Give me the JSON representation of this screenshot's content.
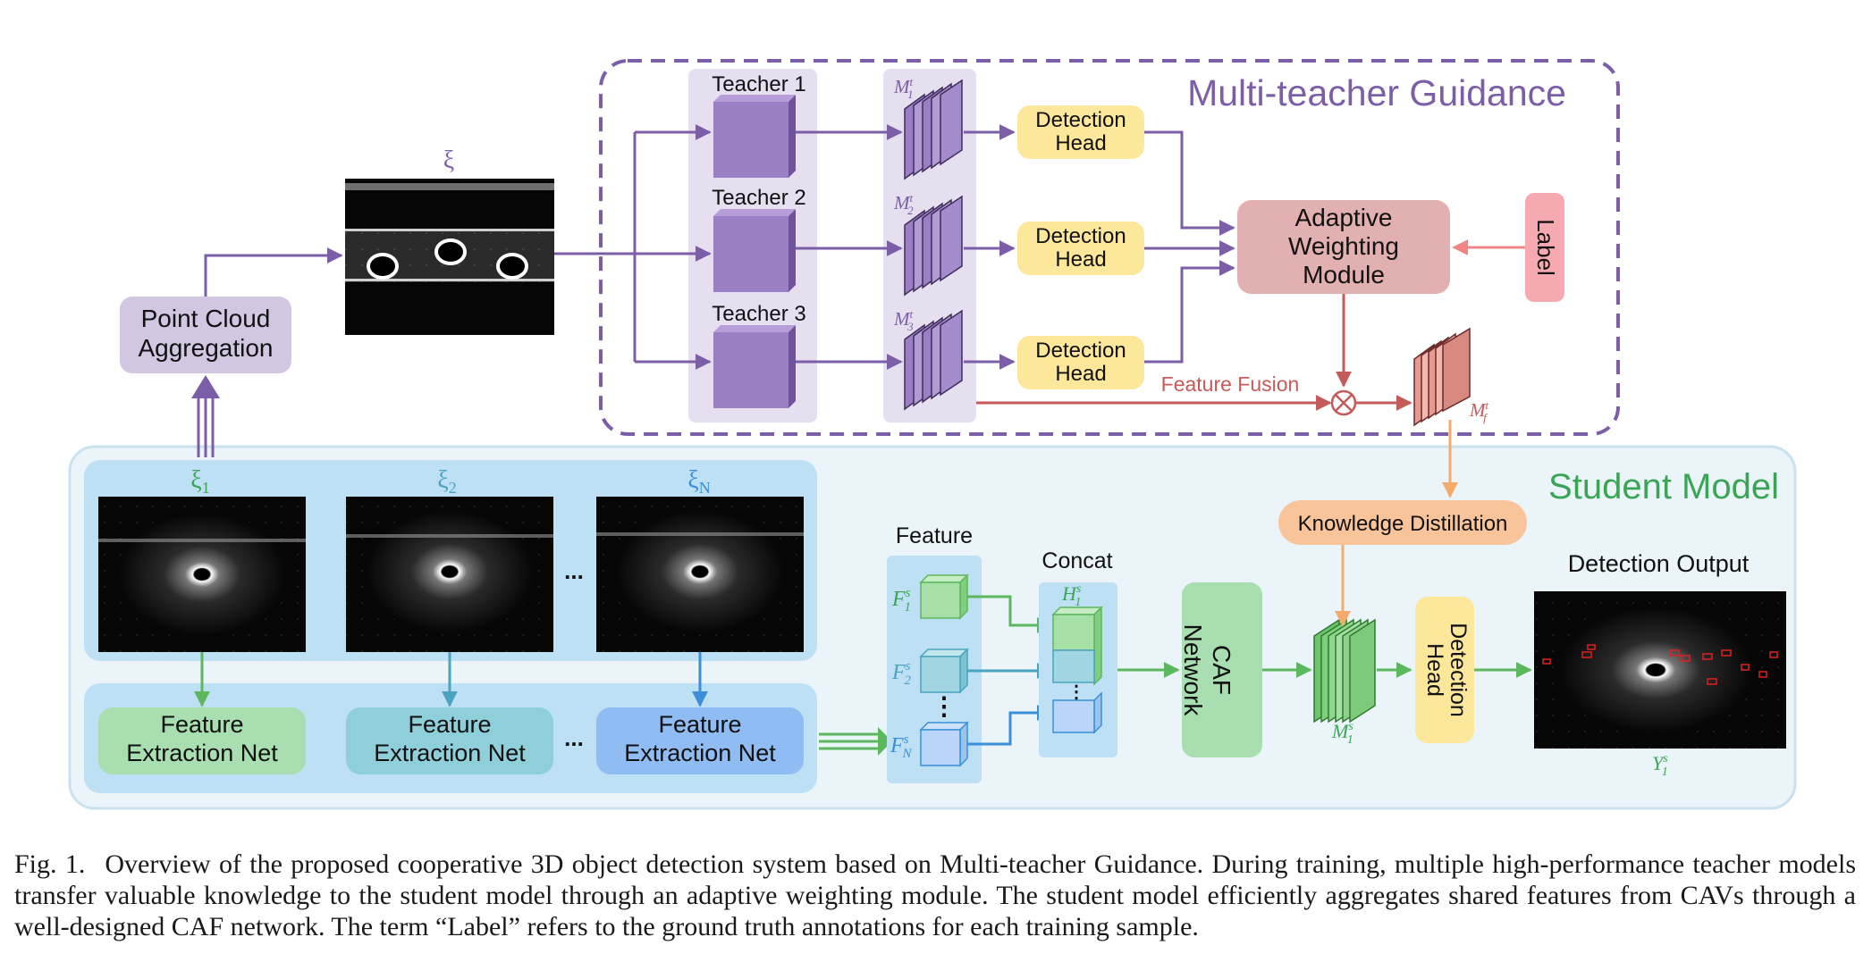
{
  "multi_teacher": {
    "title": "Multi-teacher Guidance",
    "teachers": [
      {
        "label": "Teacher 1",
        "feature_sub": "1"
      },
      {
        "label": "Teacher 2",
        "feature_sub": "2"
      },
      {
        "label": "Teacher 3",
        "feature_sub": "3"
      }
    ],
    "feature_symbol": "M",
    "feature_sup": "t",
    "detection_head_line1": "Detection",
    "detection_head_line2": "Head",
    "awm": {
      "line1": "Adaptive",
      "line2": "Weighting",
      "line3": "Module"
    },
    "label_box": "Label",
    "feature_fusion": "Feature Fusion",
    "fused_feature_sub": "f",
    "fusion_symbol": "⊗"
  },
  "aggregation": {
    "line1": "Point Cloud",
    "line2": "Aggregation",
    "xi": "ξ"
  },
  "student": {
    "title": "Student Model",
    "inputs": [
      {
        "xi": "ξ",
        "sub": "1"
      },
      {
        "xi": "ξ",
        "sub": "2"
      },
      {
        "xi": "ξ",
        "sub": "N"
      }
    ],
    "ellipsis": "...",
    "vertical_dots": "⋮",
    "fen_line1": "Feature",
    "fen_line2": "Extraction Net",
    "feature_title": "Feature",
    "feature_symbol": "F",
    "feature_sup": "s",
    "feature_subs": [
      "1",
      "2",
      "N"
    ],
    "concat_title": "Concat",
    "concat_symbol": "H",
    "concat_sub": "1",
    "concat_sup": "s",
    "kd": "Knowledge Distillation",
    "caf_line1": "CAF",
    "caf_line2": "Network",
    "m1_symbol": "M",
    "m1_sub": "1",
    "m1_sup": "s",
    "det_head_line1": "Detection",
    "det_head_line2": "Head",
    "output_title": "Detection Output",
    "y_symbol": "Y",
    "y_sub": "1",
    "y_sup": "s"
  },
  "colors": {
    "purple": "#7b5ea7",
    "red_arrow": "#c65a5a",
    "orange": "#f5a96a",
    "green": "#5cb85c",
    "teal": "#4aa3c0",
    "blue": "#3a8fd8",
    "student_bg": "#eaf4f9"
  },
  "caption": {
    "fig": "Fig. 1.",
    "text": "Overview of the proposed cooperative 3D object detection system based on Multi-teacher Guidance. During training, multiple high-performance teacher models transfer valuable knowledge to the student model through an adaptive weighting module. The student model efficiently aggregates shared features from CAVs through a well-designed CAF network. The term “Label” refers to the ground truth annotations for each training sample."
  }
}
